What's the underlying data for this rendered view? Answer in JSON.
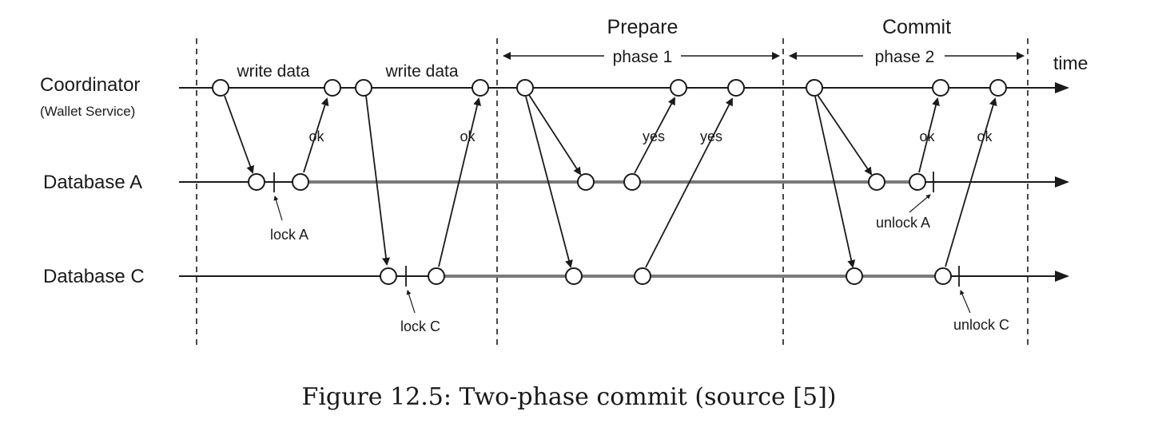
{
  "lanes": {
    "coordinator": "Coordinator",
    "coordinator_sub": "(Wallet Service)",
    "database_a": "Database A",
    "database_c": "Database C"
  },
  "axis_label": "time",
  "phases": {
    "prepare_title": "Prepare",
    "prepare_sub": "phase 1",
    "commit_title": "Commit",
    "commit_sub": "phase 2"
  },
  "messages": {
    "write_data_1": "write data",
    "write_data_2": "write data",
    "ok_a_write": "ok",
    "ok_c_write": "ok",
    "yes_a": "yes",
    "yes_c": "yes",
    "ok_a_commit": "ok",
    "ok_c_commit": "ok"
  },
  "locks": {
    "lock_a": "lock A",
    "lock_c": "lock C",
    "unlock_a": "unlock A",
    "unlock_c": "unlock C"
  },
  "caption": "Figure 12.5: Two-phase commit (source [5])"
}
